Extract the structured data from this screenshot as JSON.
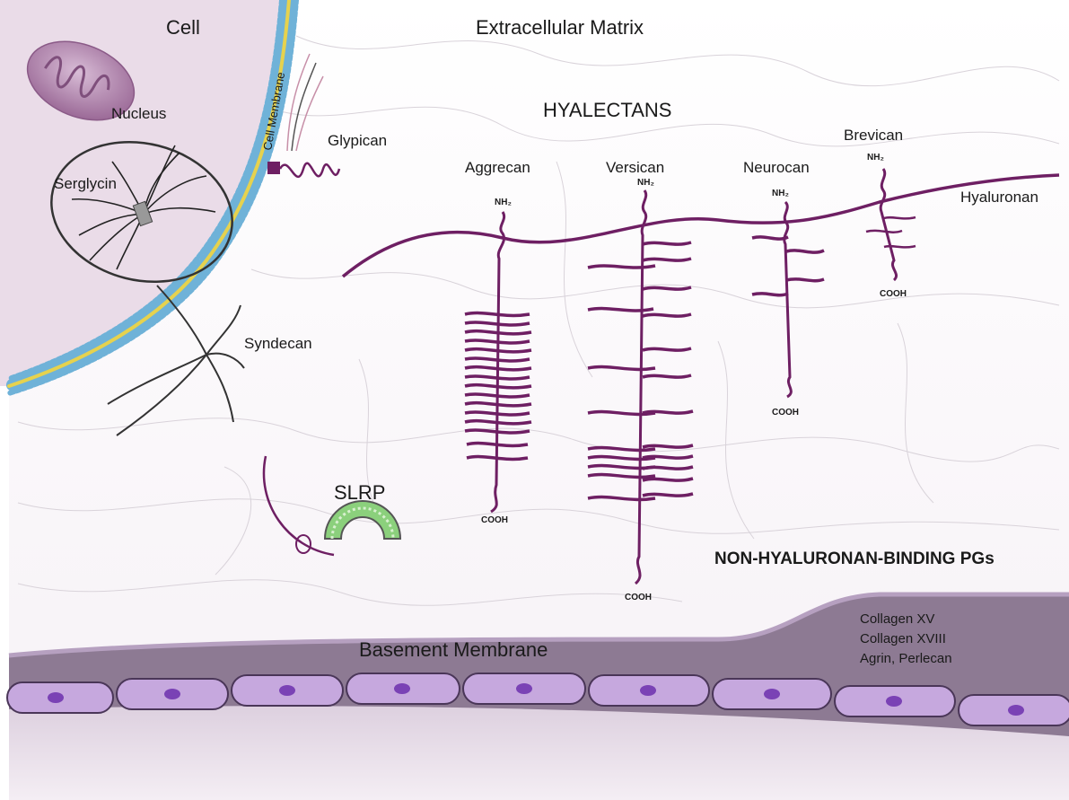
{
  "labels": {
    "cell": "Cell",
    "extracellular_matrix": "Extracellular Matrix",
    "cell_membrane": "Cell Membrane",
    "nucleus": "Nucleus",
    "serglycin": "Serglycin",
    "glypican": "Glypican",
    "syndecan": "Syndecan",
    "slrp": "SLRP",
    "hyalectans": "HYALECTANS",
    "aggrecan": "Aggrecan",
    "versican": "Versican",
    "neurocan": "Neurocan",
    "brevican": "Brevican",
    "hyaluronan": "Hyaluronan",
    "nh2": "NH₂",
    "cooh": "COOH",
    "non_hyaluronan_binding": "NON-HYALURONAN-BINDING PGs",
    "basement_membrane": "Basement Membrane",
    "bm_components": [
      "Collagen XV",
      "Collagen XVIII",
      "Agrin, Perlecan"
    ]
  },
  "colors": {
    "proteoglycan": "#6e1f63",
    "cell_fill": "#eadce8",
    "basement_membrane": "#8d7a93",
    "endothelial": "#c6a8de",
    "membrane_blue": "#6fb2d8",
    "membrane_yellow": "#e6d24e",
    "slrp_green": "#8bd07c"
  }
}
